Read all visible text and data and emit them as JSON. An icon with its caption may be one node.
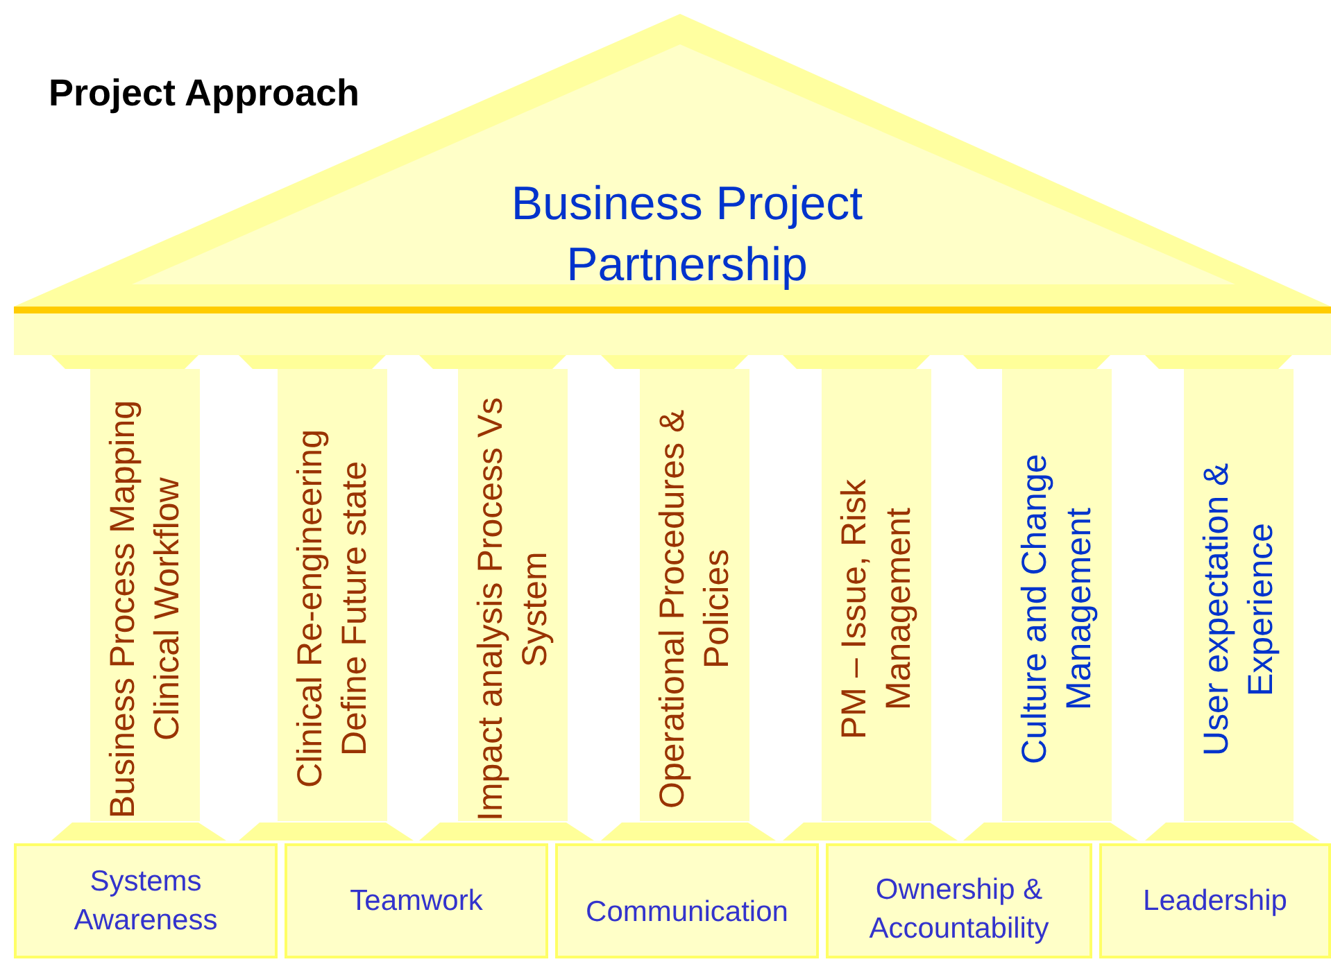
{
  "diagram": {
    "title": "Project Approach",
    "nodes": [
      {
        "text": [
          "Business Project Partnership"
        ]
      },
      {
        "text": [
          "Business Process Mapping Clinical Workflow"
        ]
      },
      {
        "text": [
          "Clinical Re-engineering Define Future state"
        ]
      },
      {
        "text": [
          "Impact analysis Process Vs System"
        ]
      },
      {
        "text": [
          "Operational Procedures & Policies"
        ]
      },
      {
        "text": [
          "PM – Issue, Risk Management"
        ]
      },
      {
        "text": [
          "Culture and Change Management"
        ]
      },
      {
        "text": [
          "User expectation & Experience"
        ]
      },
      {
        "text": [
          "Systems Awareness"
        ]
      },
      {
        "text": [
          "Teamwork"
        ]
      },
      {
        "text": [
          "Communication"
        ]
      },
      {
        "text": [
          "Ownership & Accountability"
        ]
      },
      {
        "text": [
          "Leadership"
        ]
      }
    ],
    "edges": []
  }
}
